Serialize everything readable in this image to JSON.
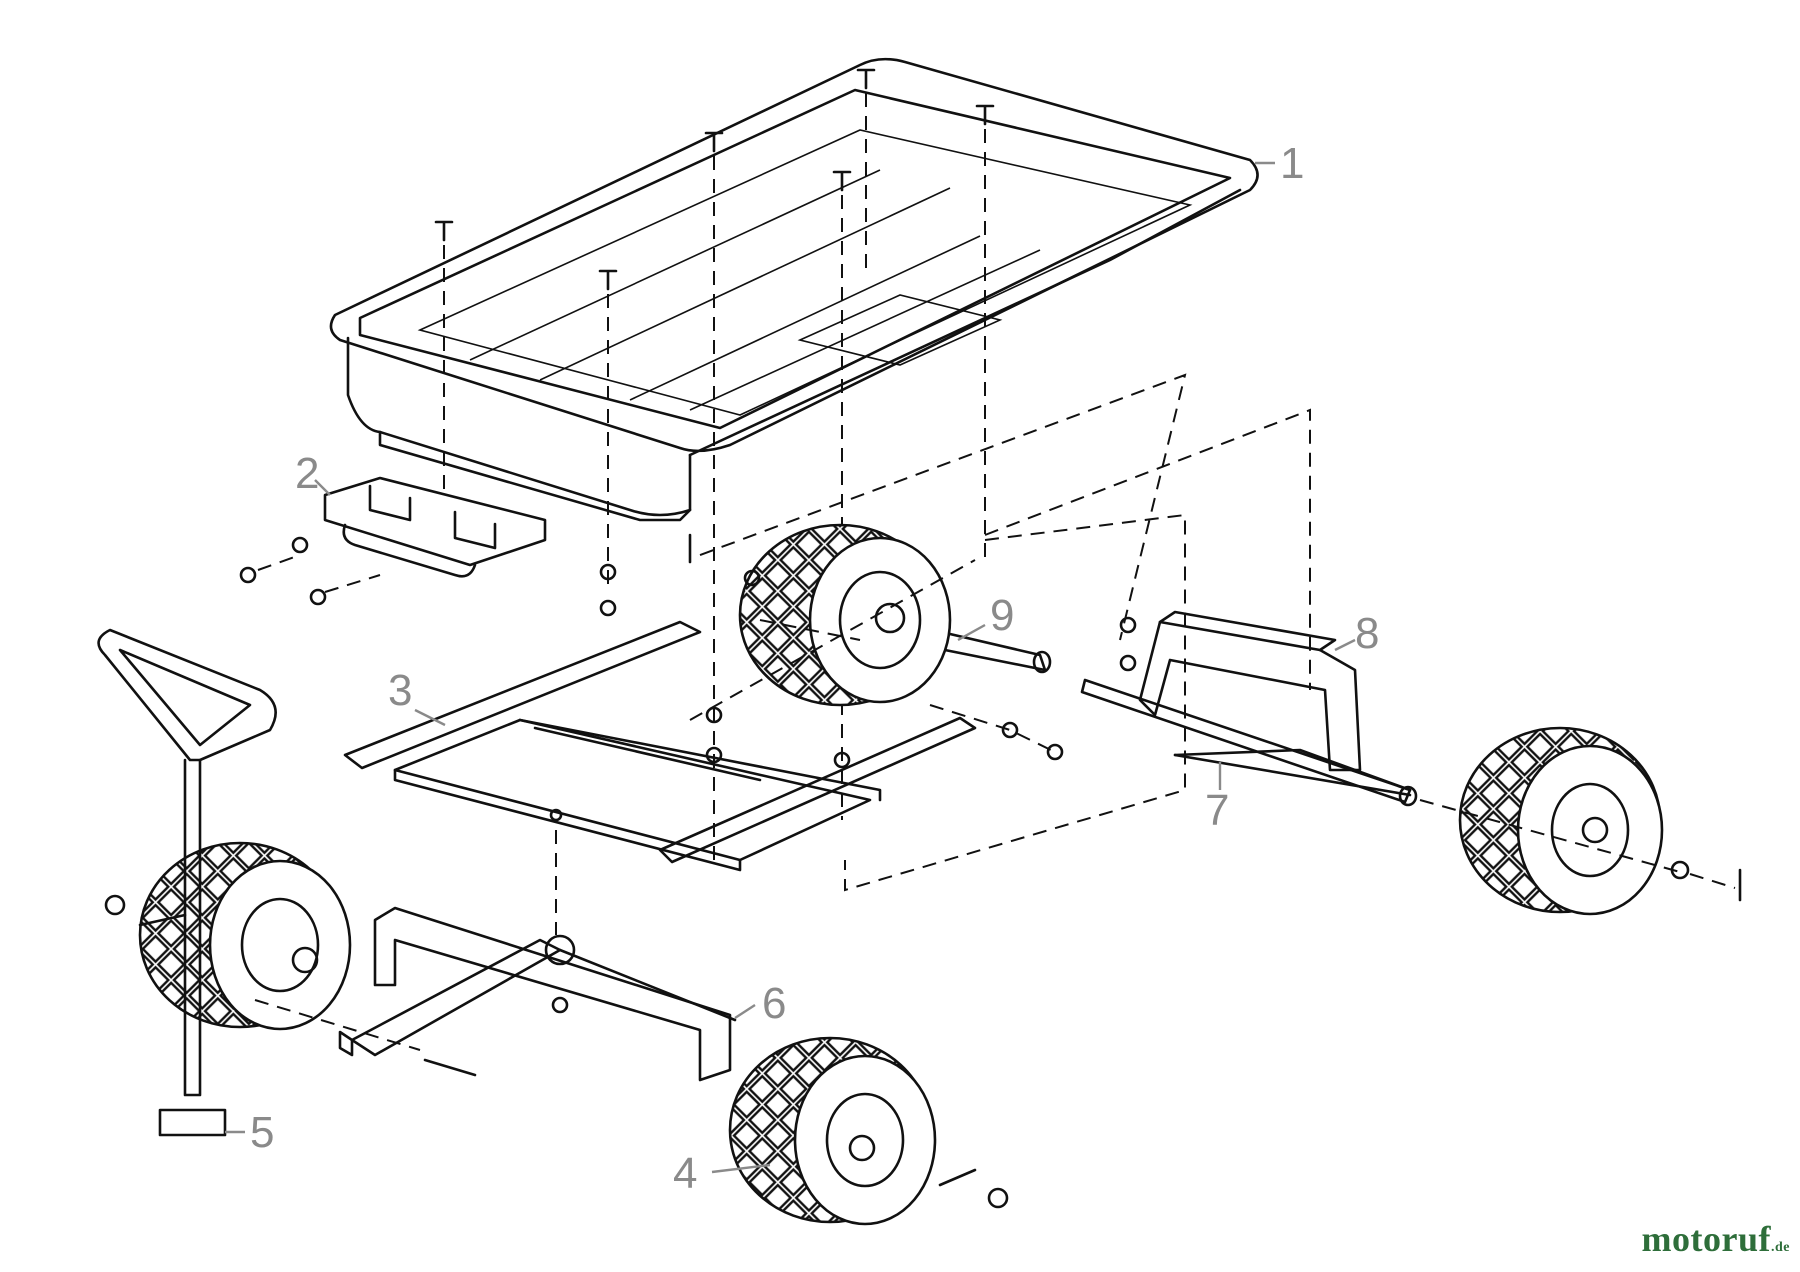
{
  "diagram": {
    "callouts": [
      {
        "id": "1",
        "part": "tub"
      },
      {
        "id": "2",
        "part": "tub-bracket"
      },
      {
        "id": "3",
        "part": "tipping-frame"
      },
      {
        "id": "4",
        "part": "wheel"
      },
      {
        "id": "5",
        "part": "handle"
      },
      {
        "id": "6",
        "part": "front-axle-frame"
      },
      {
        "id": "7",
        "part": "rear-axle-frame"
      },
      {
        "id": "8",
        "part": "rear-support-bracket"
      },
      {
        "id": "9",
        "part": "wheel-axle"
      }
    ]
  },
  "watermark": {
    "brand": "motoruf",
    "tld": ".de"
  },
  "colors": {
    "callout": "#8a8a8a",
    "line": "#111111",
    "brand_green": "#2e6e3a",
    "brand_orange": "#e08a1e"
  }
}
